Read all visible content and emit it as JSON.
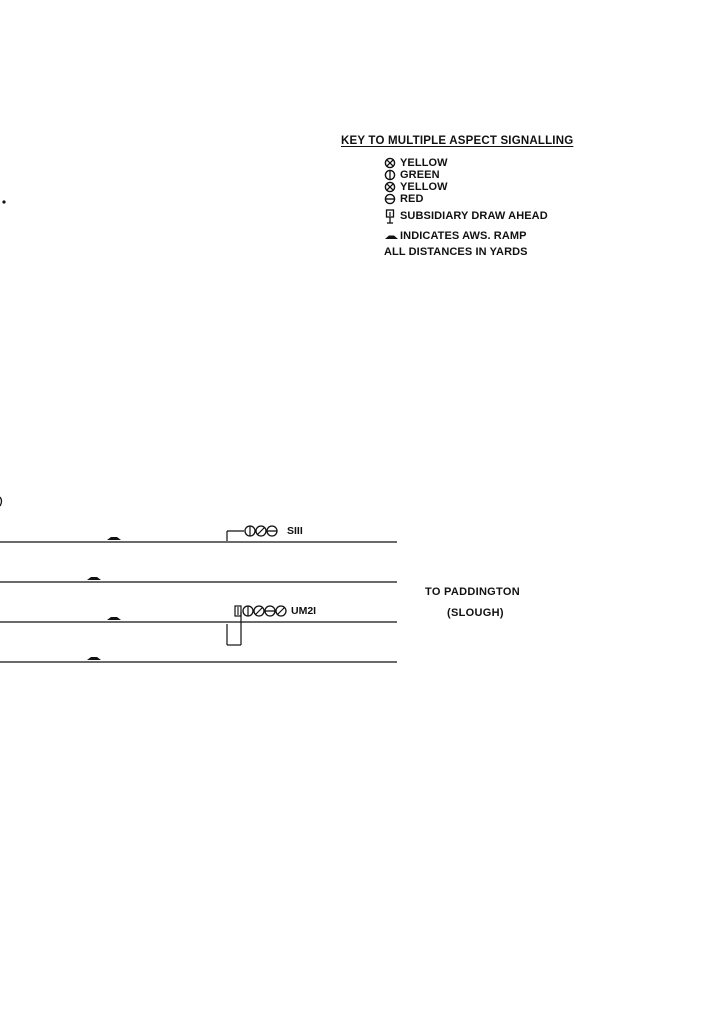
{
  "key": {
    "title": "KEY TO MULTIPLE ASPECT SIGNALLING",
    "entries": [
      {
        "symbol": "yellow-aspect-icon",
        "label": "YELLOW"
      },
      {
        "symbol": "green-aspect-icon",
        "label": "GREEN"
      },
      {
        "symbol": "yellow-aspect-icon",
        "label": "YELLOW"
      },
      {
        "symbol": "red-aspect-icon",
        "label": "RED"
      },
      {
        "symbol": "subsidiary-draw-ahead-icon",
        "label": "SUBSIDIARY  DRAW  AHEAD"
      }
    ],
    "aws_note": "INDICATES AWS. RAMP",
    "distances_note": "ALL  DISTANCES  IN  YARDS"
  },
  "signals": [
    {
      "id": "S111",
      "label": "SIII"
    },
    {
      "id": "UM21",
      "label": "UM2I"
    }
  ],
  "destination": {
    "line1": "TO  PADDINGTON",
    "line2": "(SLOUGH)"
  },
  "colors": {
    "ink": "#111111",
    "paper": "#ffffff"
  }
}
